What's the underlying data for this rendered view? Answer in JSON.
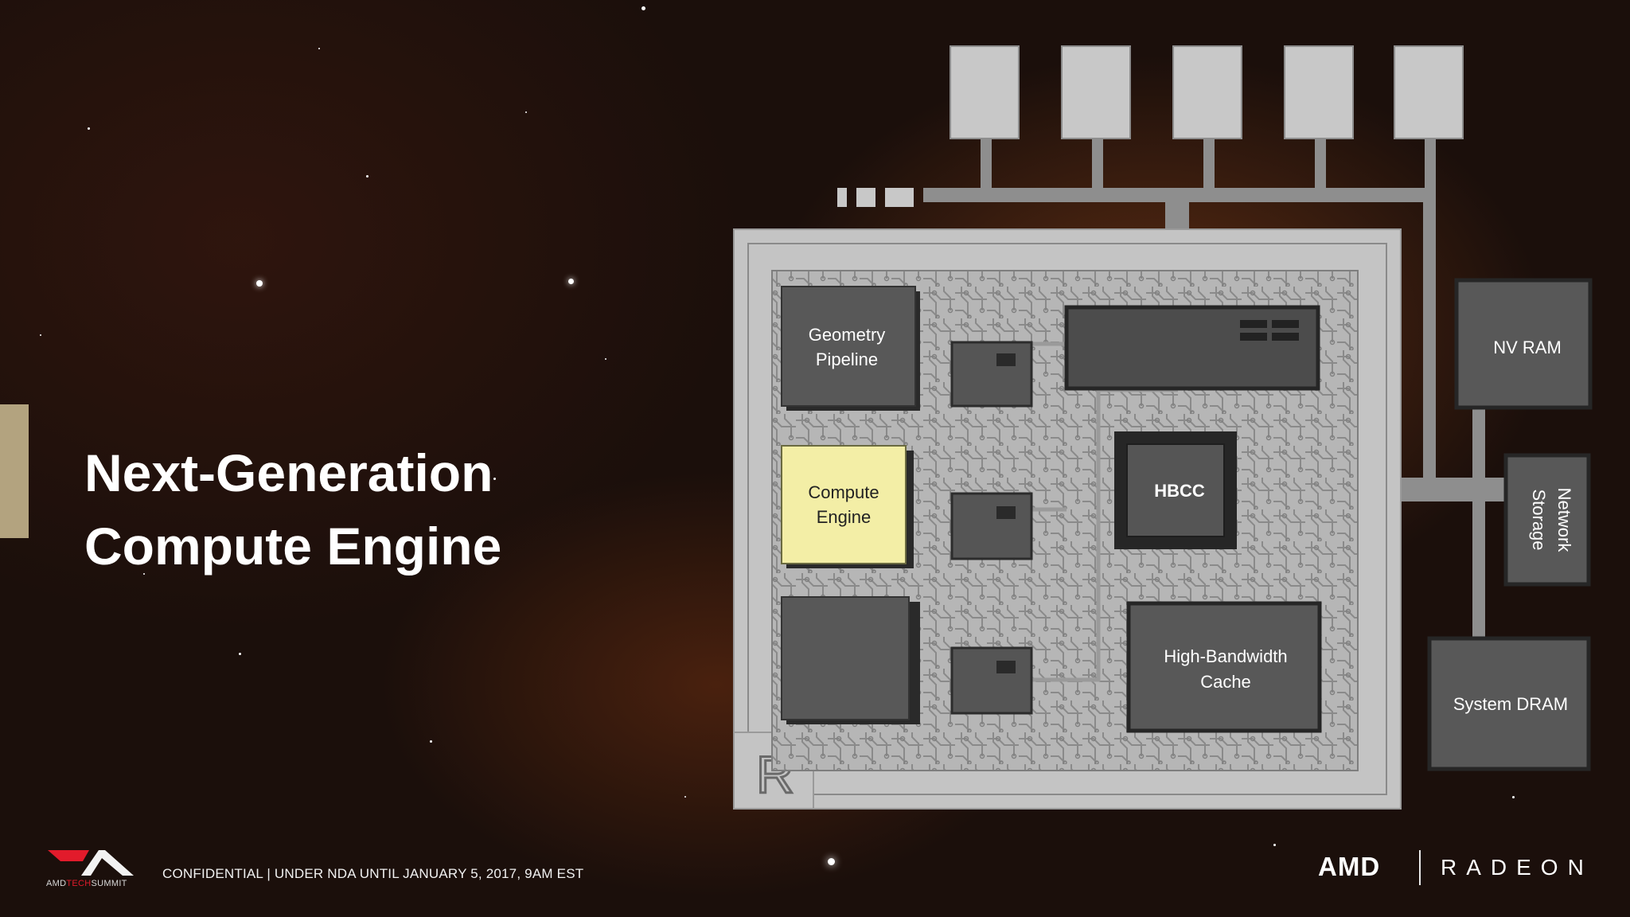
{
  "slide": {
    "title_line1": "Next-Generation",
    "title_line2": "Compute Engine",
    "footer": "CONFIDENTIAL | UNDER NDA UNTIL JANUARY 5, 2017, 9AM EST",
    "summit_prefix": "AMD",
    "summit_highlight": "TECH",
    "summit_suffix": "SUMMIT",
    "amd_logo": "AMD",
    "radeon_logo": "RADEON"
  },
  "diagram": {
    "blocks": {
      "geometry_line1": "Geometry",
      "geometry_line2": "Pipeline",
      "compute_line1": "Compute",
      "compute_line2": "Engine",
      "hbcc": "HBCC",
      "hbc_line1": "High-Bandwidth",
      "hbc_line2": "Cache",
      "nvram": "NV RAM",
      "network_line1": "Network",
      "network_line2": "Storage",
      "dram": "System DRAM",
      "radeon_mark": "R"
    }
  },
  "colors": {
    "compute_highlight": "#f3eea6",
    "accent_bar": "#b3a37f",
    "chip_block": "#585858",
    "frame": "#c4c4c4"
  }
}
